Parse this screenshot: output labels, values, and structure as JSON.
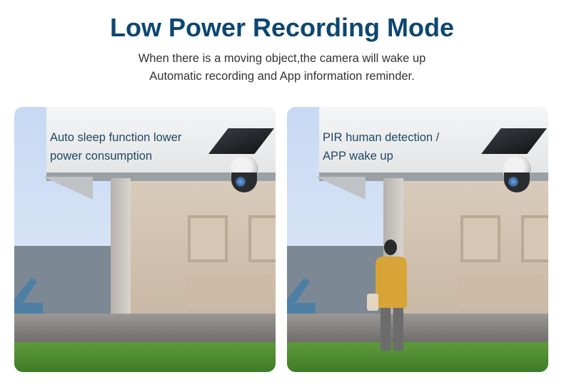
{
  "header": {
    "title": "Low Power Recording Mode",
    "subtitle_line1": "When there is a moving object,the camera will wake up",
    "subtitle_line2": "Automatic recording and App information reminder."
  },
  "panels": [
    {
      "caption_line1": "Auto sleep function lower",
      "caption_line2": "power consumption"
    },
    {
      "caption_line1": "PIR human detection /",
      "caption_line2": "APP wake up"
    }
  ],
  "colors": {
    "title": "#0d4770",
    "caption": "#214861",
    "text": "#333333"
  }
}
